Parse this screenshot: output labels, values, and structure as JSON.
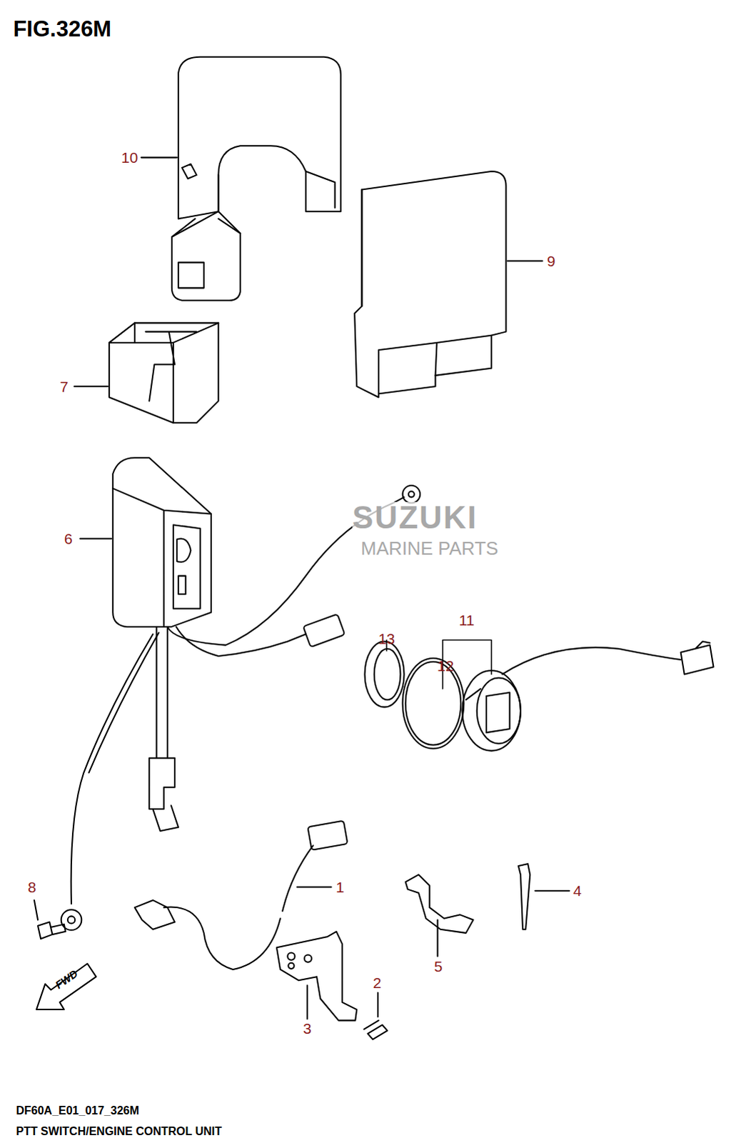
{
  "diagram": {
    "title": "FIG.326M",
    "caption": "PTT SWITCH/ENGINE CONTROL UNIT",
    "labels": [
      "10",
      "9",
      "7",
      "6",
      "11",
      "13",
      "12",
      "1",
      "8",
      "4",
      "5",
      "2",
      "3",
      "FWD",
      "SUZUKI",
      "MARINE PARTS",
      "DF60A_E01_017_326M"
    ]
  }
}
